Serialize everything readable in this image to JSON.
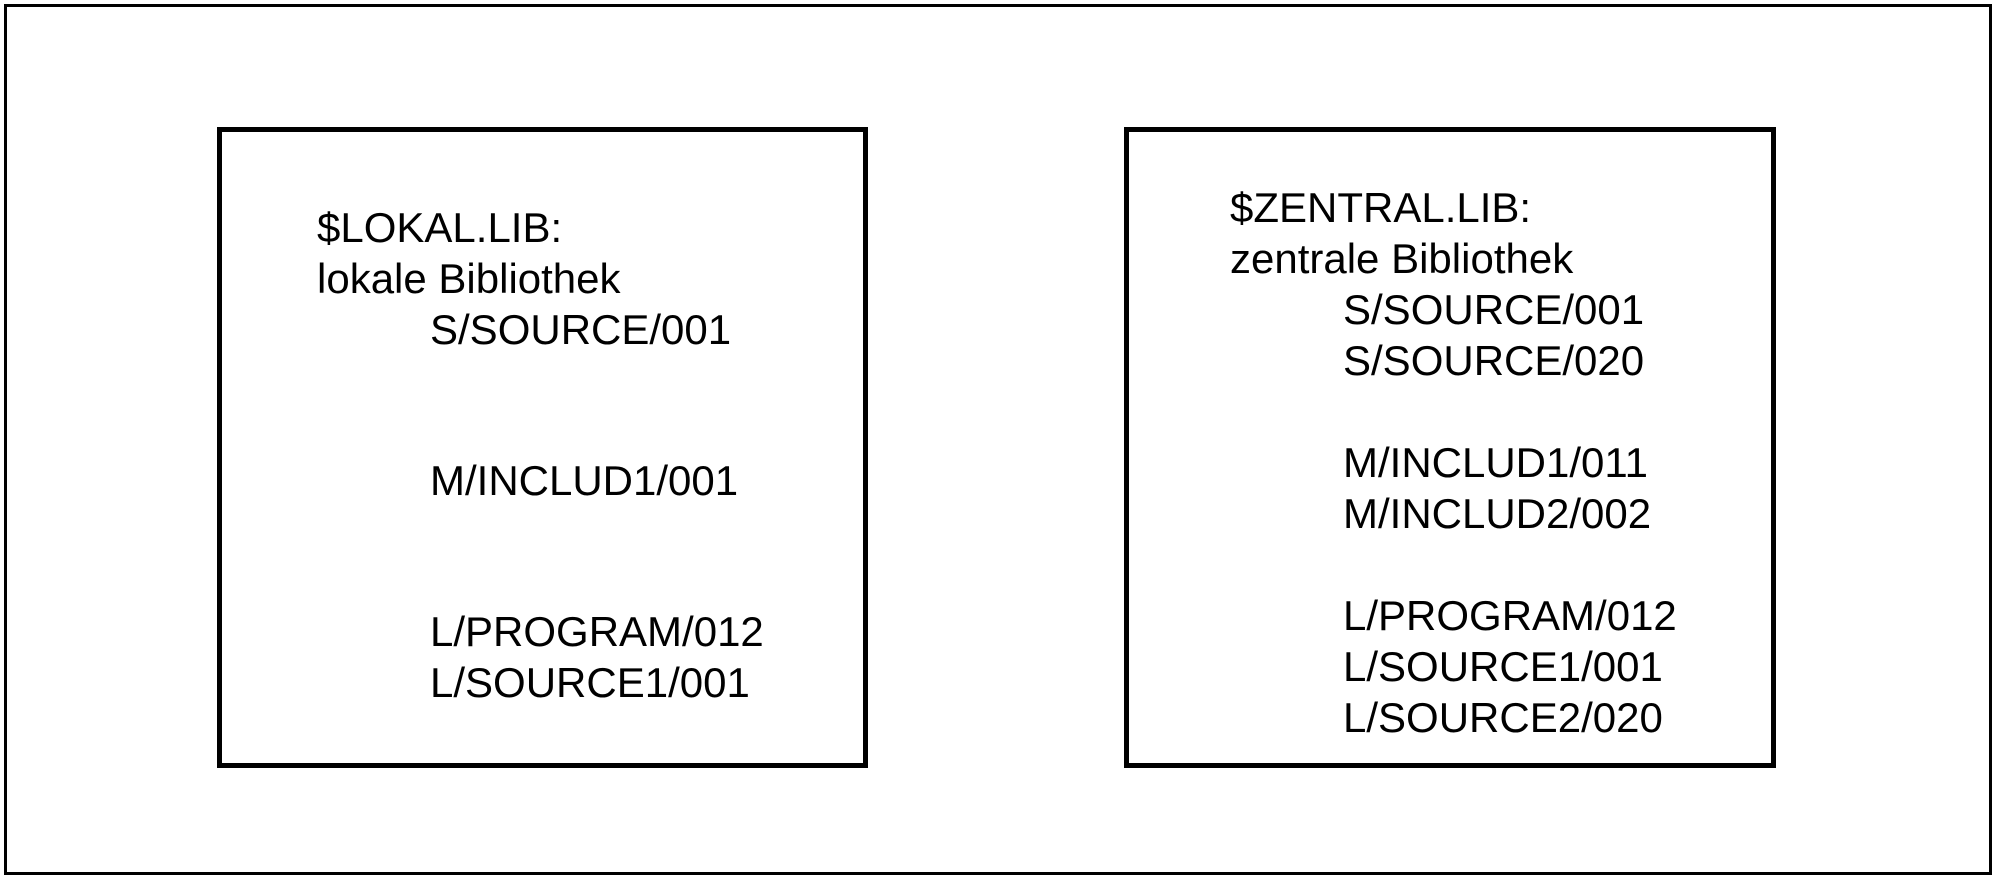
{
  "colors": {
    "background": "#ffffff",
    "line": "#000000",
    "text": "#000000"
  },
  "diagram": {
    "left_library": {
      "name": "$LOKAL.LIB:",
      "description": "lokale Bibliothek",
      "groups": [
        {
          "members": [
            "S/SOURCE/001"
          ]
        },
        {
          "members": [
            "M/INCLUD1/001"
          ]
        },
        {
          "members": [
            "L/PROGRAM/012",
            "L/SOURCE1/001"
          ]
        }
      ]
    },
    "right_library": {
      "name": "$ZENTRAL.LIB:",
      "description": "zentrale Bibliothek",
      "groups": [
        {
          "members": [
            "S/SOURCE/001",
            "S/SOURCE/020"
          ]
        },
        {
          "members": [
            "M/INCLUD1/011",
            "M/INCLUD2/002"
          ]
        },
        {
          "members": [
            "L/PROGRAM/012",
            "L/SOURCE1/001",
            "L/SOURCE2/020"
          ]
        }
      ]
    }
  }
}
